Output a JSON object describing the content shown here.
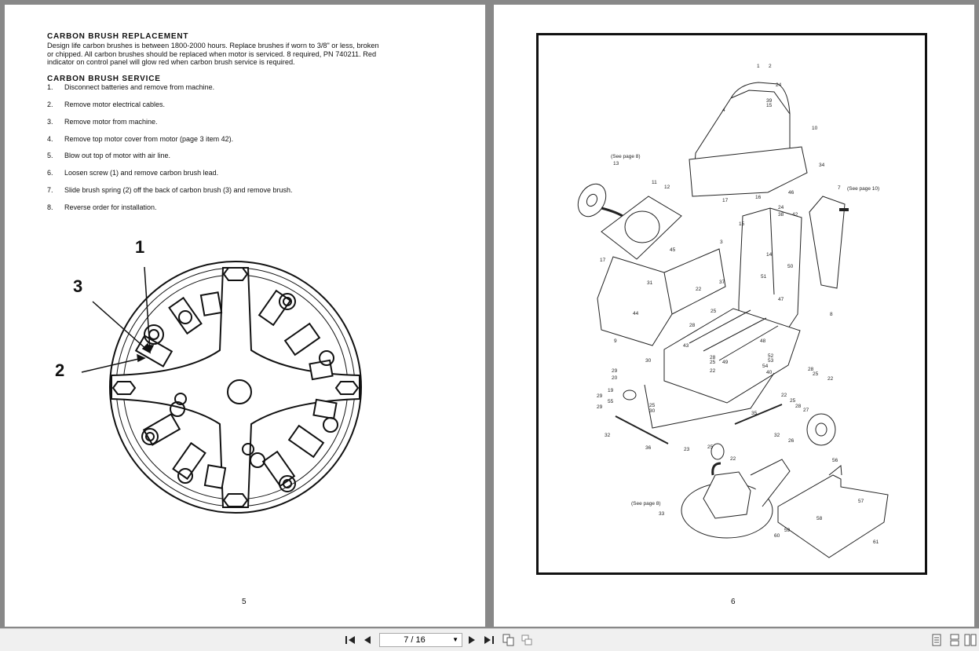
{
  "left_page": {
    "replacement": {
      "heading": "CARBON BRUSH REPLACEMENT",
      "line1": "Design life carbon brushes is between 1800-2000 hours. Replace brushes if worn to 3/8\" or less, broken",
      "line2": "or chipped. All carbon brushes should be replaced when motor is serviced. 8 required, PN 740211. Red",
      "line3": "indicator on control panel will glow red when carbon brush service is required."
    },
    "service": {
      "heading": "CARBON BRUSH SERVICE",
      "steps": [
        {
          "num": "1.",
          "text": "Disconnect batteries and remove from machine."
        },
        {
          "num": "2.",
          "text": "Remove motor electrical cables."
        },
        {
          "num": "3.",
          "text": "Remove motor from machine."
        },
        {
          "num": "4.",
          "text": "Remove top motor cover from motor (page 3 item 42)."
        },
        {
          "num": "5.",
          "text": "Blow out top of motor with air line."
        },
        {
          "num": "6.",
          "text": "Loosen screw (1) and remove carbon brush lead."
        },
        {
          "num": "7.",
          "text": "Slide brush spring (2) off the back of carbon brush (3) and remove brush."
        },
        {
          "num": "8.",
          "text": "Reverse order for installation."
        }
      ]
    },
    "callouts": {
      "one": "1",
      "two": "2",
      "three": "3"
    },
    "page_number": "5"
  },
  "right_page": {
    "labels": {
      "see_page_8_top": "(See page 8)",
      "see_page_10": "(See page 10)",
      "see_page_8_bottom": "(See page 8)"
    },
    "part_numbers": [
      "1",
      "2",
      "24",
      "39",
      "15",
      "10",
      "4",
      "34",
      "13",
      "11",
      "12",
      "7",
      "46",
      "17",
      "16",
      "24",
      "38",
      "42",
      "15",
      "3",
      "45",
      "14",
      "50",
      "51",
      "17",
      "31",
      "37",
      "22",
      "47",
      "44",
      "25",
      "8",
      "28",
      "9",
      "43",
      "48",
      "52",
      "53",
      "54",
      "30",
      "28",
      "25",
      "49",
      "22",
      "29",
      "40",
      "20",
      "28",
      "25",
      "22",
      "19",
      "29",
      "55",
      "29",
      "22",
      "25",
      "28",
      "27",
      "25",
      "30",
      "35",
      "32",
      "32",
      "26",
      "36",
      "23",
      "25",
      "22",
      "56",
      "57",
      "33",
      "58",
      "59",
      "60",
      "61"
    ],
    "page_number": "6"
  },
  "toolbar": {
    "page_indicator": "7 / 16",
    "icons": [
      "first-page-icon",
      "previous-page-icon",
      "next-page-icon",
      "last-page-icon",
      "two-page-view-icon",
      "continuous-view-icon",
      "single-page-icon",
      "scroll-pages-icon",
      "double-page-icon"
    ]
  }
}
